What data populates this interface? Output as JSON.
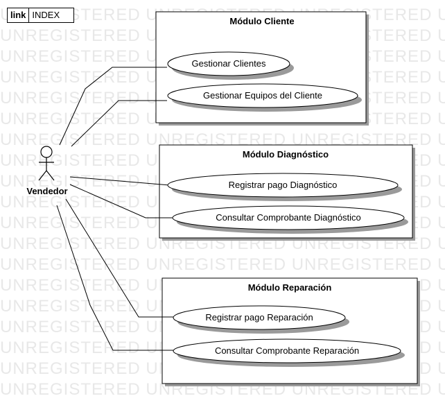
{
  "watermark": "UNREGISTERED UNREGISTERED UNREGISTERED UNREGISTERED",
  "link_tag": {
    "key": "link",
    "value": "INDEX"
  },
  "actor": {
    "name": "Vendedor"
  },
  "packages": [
    {
      "title": "Módulo Cliente",
      "use_cases": [
        "Gestionar Clientes",
        "Gestionar Equipos del Cliente"
      ]
    },
    {
      "title": "Módulo Diagnóstico",
      "use_cases": [
        "Registrar pago Diagnóstico",
        "Consultar Comprobante Diagnóstico"
      ]
    },
    {
      "title": "Módulo Reparación",
      "use_cases": [
        "Registrar pago Reparación",
        "Consultar Comprobante Reparación"
      ]
    }
  ],
  "colors": {
    "shadow": "#9a9a9a",
    "watermark": "#e8e8e8",
    "stroke": "#000000"
  }
}
